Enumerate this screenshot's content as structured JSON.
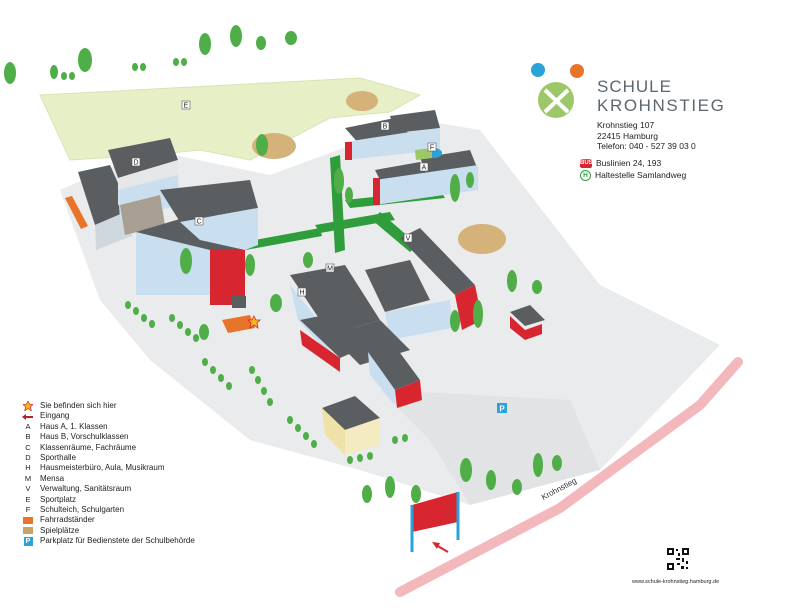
{
  "school": {
    "name_line1": "SCHULE",
    "name_line2": "KROHNSTIEG",
    "address_street": "Krohnstieg 107",
    "address_city": "22415 Hamburg",
    "phone": "Telefon: 040 - 527 39 03 0",
    "bus_lines": "Buslinien 24, 193",
    "bus_stop": "Haltestelle Samlandweg",
    "website": "www.schule-krohnstieg.hamburg.de"
  },
  "street": "Krohnstieg",
  "building_letters": [
    "A",
    "B",
    "C",
    "D",
    "E",
    "F",
    "H",
    "M",
    "V"
  ],
  "legend": [
    {
      "key_type": "star",
      "label": "Sie befinden sich hier"
    },
    {
      "key_type": "arrow",
      "label": "Eingang"
    },
    {
      "key_type": "letter",
      "key": "A",
      "label": "Haus A, 1. Klassen"
    },
    {
      "key_type": "letter",
      "key": "B",
      "label": "Haus B, Vorschulklassen"
    },
    {
      "key_type": "letter",
      "key": "C",
      "label": "Klassenräume, Fachräume"
    },
    {
      "key_type": "letter",
      "key": "D",
      "label": "Sporthalle"
    },
    {
      "key_type": "letter",
      "key": "H",
      "label": "Hausmeisterbüro, Aula, Musikraum"
    },
    {
      "key_type": "letter",
      "key": "M",
      "label": "Mensa"
    },
    {
      "key_type": "letter",
      "key": "V",
      "label": "Verwaltung, Sanitätsraum"
    },
    {
      "key_type": "letter",
      "key": "E",
      "label": "Sportplatz"
    },
    {
      "key_type": "letter",
      "key": "F",
      "label": "Schulteich, Schulgarten"
    },
    {
      "key_type": "swatch",
      "color": "#e8742a",
      "label": "Fahrradständer"
    },
    {
      "key_type": "swatch",
      "color": "#c9a26b",
      "label": "Spielplätze"
    },
    {
      "key_type": "parking",
      "key": "P",
      "label": "Parkplatz für Bedienstete der Schulbehörde"
    }
  ],
  "colors": {
    "field": "#e6efc6",
    "ground": "#e9eaeb",
    "roof": "#5b5e61",
    "wall_blue": "#c9dff0",
    "wall_red": "#d7262f",
    "walkway": "#2f9d3b",
    "tree": "#4fae47",
    "playground": "#d4b27a",
    "bike": "#e8742a",
    "parking": "#29a3d8",
    "road": "#f3b8bc"
  },
  "icons": {
    "logo": "children-logo-icon",
    "bus": "bus-icon",
    "stop": "bus-stop-icon",
    "here": "star-icon",
    "entrance": "arrow-icon",
    "qr": "qr-code-icon"
  }
}
